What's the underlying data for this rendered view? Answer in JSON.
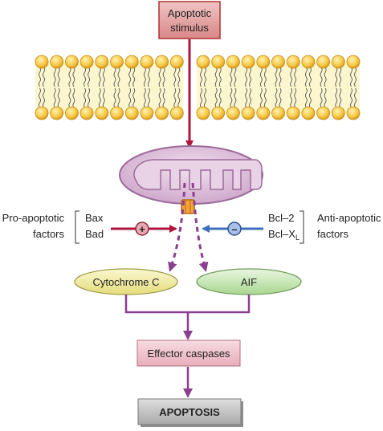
{
  "stimulus": {
    "line1": "Apoptotic",
    "line2": "stimulus"
  },
  "pro_apoptotic": {
    "label_line1": "Pro-apoptotic",
    "label_line2": "factors",
    "factor1": "Bax",
    "factor2": "Bad",
    "sign": "+"
  },
  "anti_apoptotic": {
    "label_line1": "Anti-apoptotic",
    "label_line2": "factors",
    "factor1": "Bcl–2",
    "factor2_base": "Bcl–X",
    "factor2_sub": "L",
    "sign": "–"
  },
  "released": {
    "cytochrome": "Cytochrome C",
    "aif": "AIF"
  },
  "effector": "Effector caspases",
  "outcome": "APOPTOSIS",
  "colors": {
    "stimulus_fill": "#e4a1a1",
    "stimulus_stroke": "#b03030",
    "membrane_head": "#f5c542",
    "membrane_band": "#fcf6cf",
    "mito_outer": "#b07aae",
    "mito_inner": "#dbb9d8",
    "stimulus_arrow": "#b0163c",
    "pro_arrow": "#b0163c",
    "anti_arrow": "#3f6fbf",
    "flow_line": "#8a3f8f",
    "cytochrome_fill": "#f2eea0",
    "aif_fill": "#c9e7b7",
    "effector_fill": "#f2c4cf",
    "apoptosis_fill": "#bfbfbf"
  }
}
